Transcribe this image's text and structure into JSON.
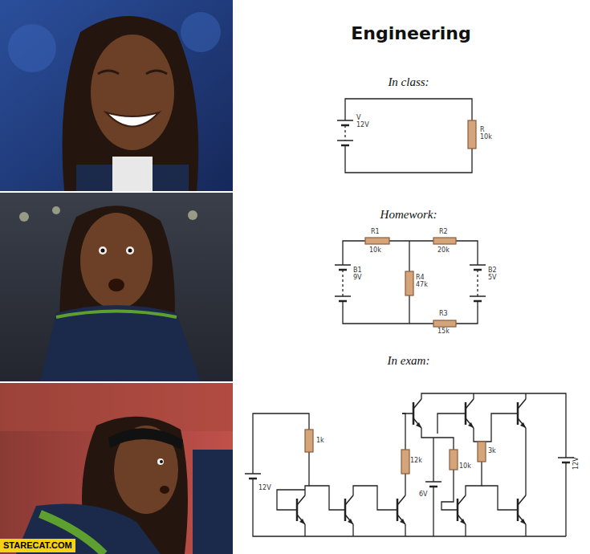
{
  "diagram": {
    "title": "Engineering",
    "labels": [
      "In class:",
      "V",
      "12V",
      "R",
      "10k",
      "Homework:",
      "R1",
      "10k",
      "R2",
      "20k",
      "B1",
      "9V",
      "R4",
      "47k",
      "B2",
      "5V",
      "R3",
      "15k",
      "In exam:",
      "1k",
      "12V",
      "12k",
      "6V",
      "10k",
      "3k",
      "12V",
      "STARECAT.COM"
    ]
  }
}
